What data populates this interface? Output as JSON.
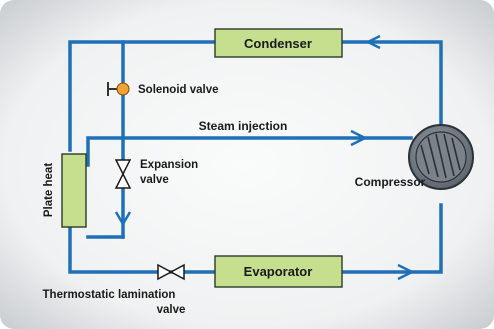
{
  "diagram": {
    "components": {
      "condenser": "Condenser",
      "evaporator": "Evaporator",
      "plate_heat": "Plate heat",
      "compressor": "Compressor"
    },
    "labels": {
      "solenoid_valve": "Solenoid valve",
      "steam_injection": "Steam injection",
      "expansion_line1": "Expansion",
      "expansion_line2": "valve",
      "thermostatic_line1": "Thermostatic lamination",
      "thermostatic_line2": "valve"
    },
    "colors": {
      "pipe": "#1f6fb9",
      "box_fill": "#c5df8e",
      "box_border": "#2a3a2a",
      "solenoid": "#f0a332",
      "background": "#f4f5f6",
      "panel_gradient_edge": "#c9cdd1"
    }
  }
}
